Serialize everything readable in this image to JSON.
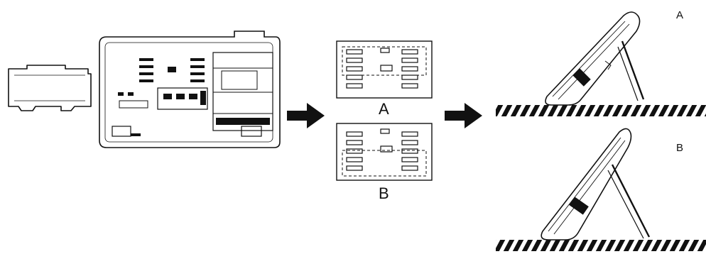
{
  "diagram": {
    "option_a_label": "A",
    "option_b_label": "B",
    "result_a_label": "A",
    "result_b_label": "B"
  },
  "colors": {
    "line": "#111111",
    "background": "#ffffff"
  },
  "icons": [
    "stand-bracket-icon",
    "phone-underside-icon",
    "arrow-right-icon",
    "slot-option-icon",
    "phone-side-icon",
    "desk-surface-icon"
  ]
}
